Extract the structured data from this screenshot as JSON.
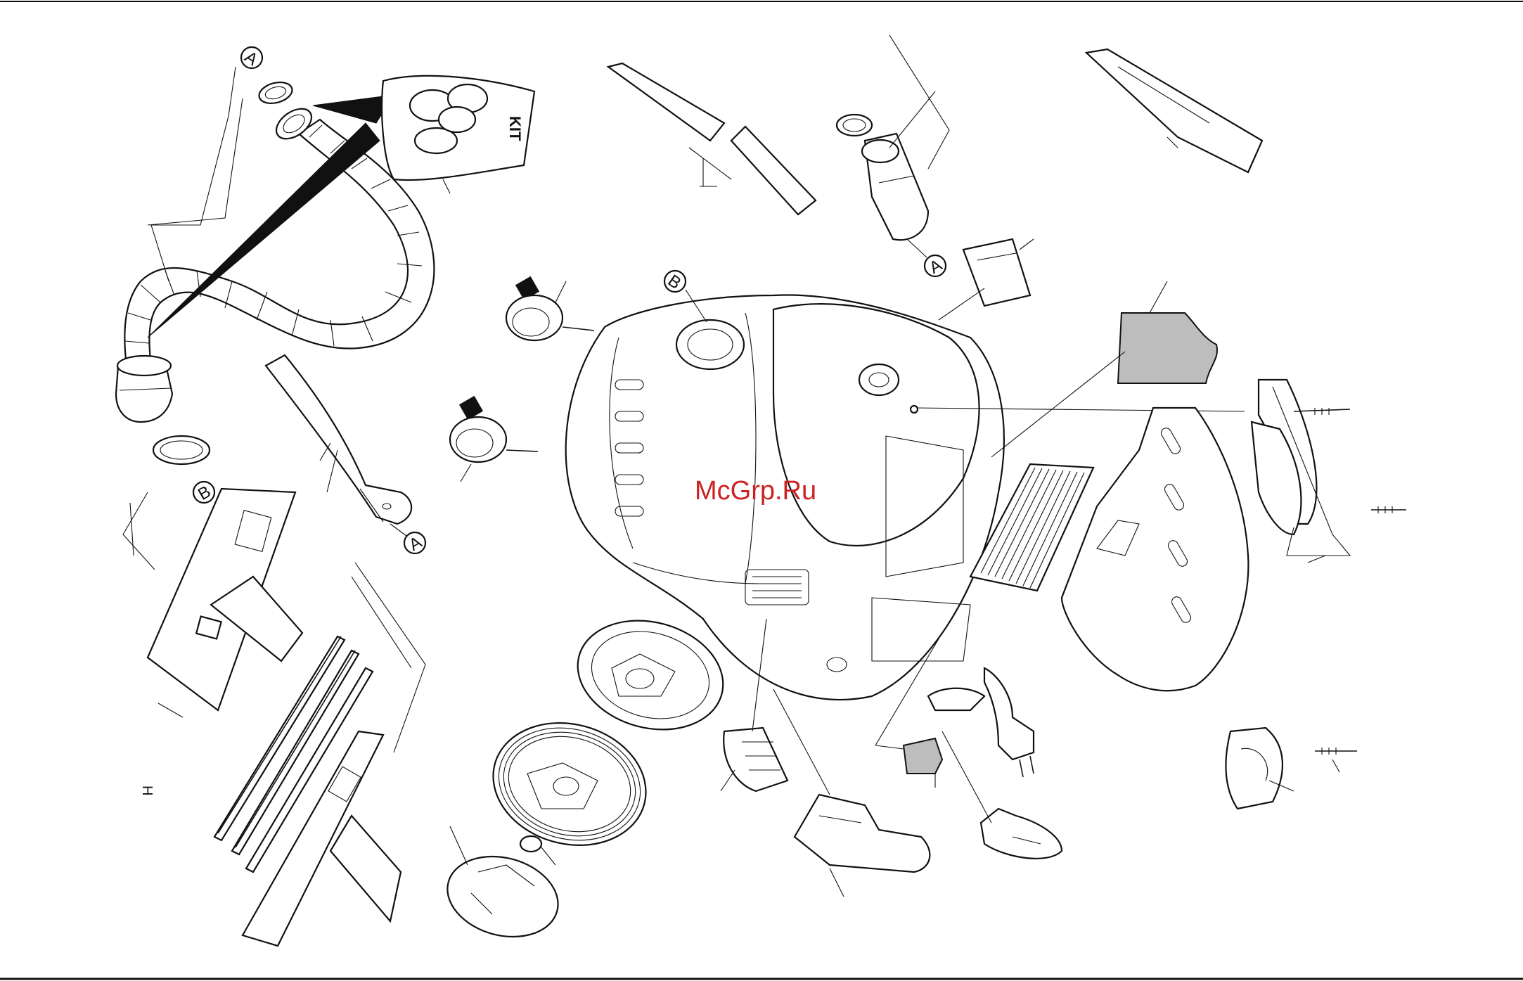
{
  "watermark": {
    "text": "McGrp.Ru",
    "color": "#cc2222"
  },
  "kit_label": "KIT",
  "side_marker": "H",
  "callouts": {
    "a_top_left": "A",
    "a_hose_end": "A",
    "a_top_right": "A",
    "b_left": "B",
    "b_top_body": "B"
  },
  "colors": {
    "line": "#111111",
    "filter_gray": "#bdbdbd",
    "background": "#ffffff"
  }
}
